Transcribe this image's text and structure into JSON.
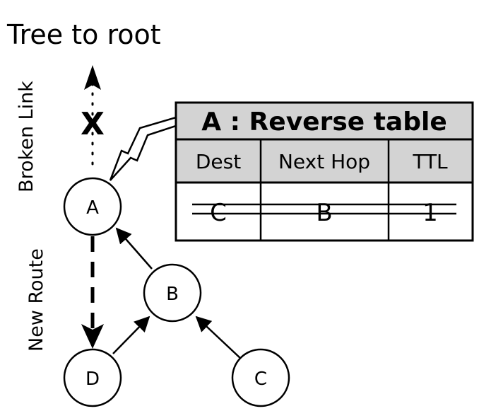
{
  "title": "Tree to root",
  "labels": {
    "broken_link": "Broken Link",
    "new_route": "New Route",
    "broken_mark": "X"
  },
  "nodes": {
    "a": "A",
    "b": "B",
    "c": "C",
    "d": "D"
  },
  "table": {
    "title": "A : Reverse table",
    "headers": [
      "Dest",
      "Next Hop",
      "TTL"
    ],
    "rows": [
      {
        "dest": "C",
        "next_hop": "B",
        "ttl": "1",
        "struck": true
      }
    ]
  },
  "colors": {
    "header_fill": "#d3d3d3",
    "stroke": "#000000",
    "background": "#ffffff"
  }
}
